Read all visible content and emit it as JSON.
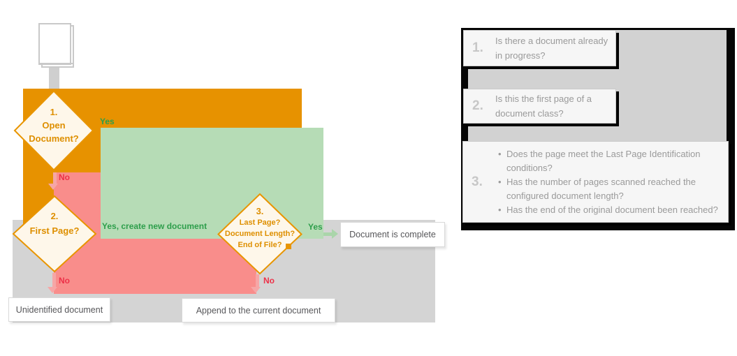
{
  "flowchart": {
    "diamonds": [
      {
        "lines": [
          "1.",
          "Open",
          "Document?"
        ]
      },
      {
        "lines": [
          "2.",
          "First Page?"
        ]
      },
      {
        "lines": [
          "3.",
          "Last Page?",
          "Document Length?",
          "End of File?"
        ]
      }
    ],
    "labels": {
      "d1_yes": "Yes",
      "d1_no": "No",
      "d2_yes": "Yes, create new document",
      "d2_no": "No",
      "d3_yes": "Yes",
      "d3_no": "No"
    },
    "outcomes": {
      "unidentified": "Unidentified document",
      "append": "Append to the current document",
      "complete": "Document is complete"
    },
    "colors": {
      "orange_region": "#E79200",
      "pink_region": "#F98D8B",
      "green_region": "#B6DCB6",
      "gray_region": "#D4D4D4",
      "diamond_fill": "#FEF7EA",
      "diamond_border": "#E89500",
      "yes_text": "#2E9E4B",
      "no_text": "#ED3148"
    }
  },
  "legend": {
    "items": [
      {
        "number": "1.",
        "lines": [
          "Is there a document already",
          "in progress?"
        ]
      },
      {
        "number": "2.",
        "lines": [
          "Is this the first page of a",
          "document class?"
        ]
      },
      {
        "number": "3.",
        "bullets": [
          "Does the page meet the Last Page Identification conditions?",
          "Has the number of pages scanned reached the configured document length?",
          "Has the end of the original document been reached?"
        ]
      }
    ]
  }
}
